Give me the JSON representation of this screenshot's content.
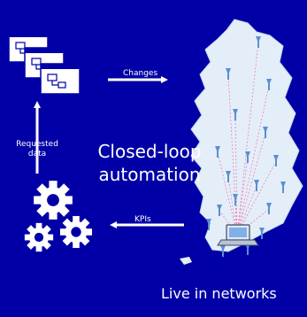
{
  "labels": {
    "changes": "Changes",
    "kpis": "KPIs",
    "requested_line1": "Requested",
    "requested_line2": "data",
    "title_line1": "Closed-loop",
    "title_line2": "automation",
    "live": "Live in networks"
  },
  "colors": {
    "background": "#0000a6",
    "foreground": "#ffffff",
    "map_fill": "#e4eef9",
    "antenna": "#5b8fd0",
    "link_line": "#f070b0"
  },
  "icons": {
    "workflow_documents": "workflow-document-icon",
    "gears": "gears-icon",
    "laptop": "laptop-icon",
    "antenna": "antenna-icon"
  }
}
